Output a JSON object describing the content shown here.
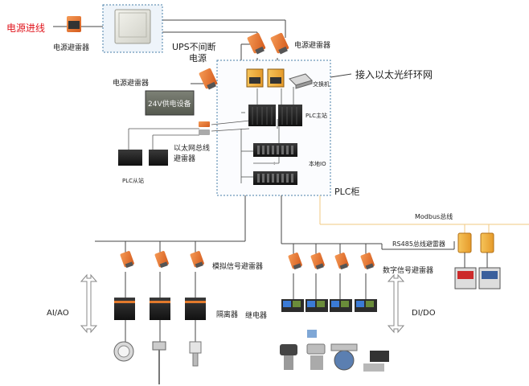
{
  "labels": {
    "power_in": "电源进线",
    "surge_power_left": "电源避雷器",
    "ups": "UPS不间断",
    "ups_2": "电源",
    "surge_power_top": "电源避雷器",
    "fiber_ring": "接入以太光纤环网",
    "switch": "交换机",
    "surge_power_mid": "电源避雷器",
    "psu_24v": "24V供电设备",
    "plc_main": "PLC主站",
    "eth_surge": "以太网总线",
    "eth_surge_2": "避雷器",
    "plc_slave": "PLC从站",
    "local_io": "本地IO",
    "plc_cabinet": "PLC柜",
    "modbus": "Modbus总线",
    "rs485_surge": "RS485总线避雷器",
    "analog_surge": "模拟信号避雷器",
    "digital_surge": "数字信号避雷器",
    "aiao": "AI/AO",
    "isolator": "隔离器",
    "relay": "继电器",
    "dido": "DI/DO"
  },
  "colors": {
    "accent_red": "#e0141c",
    "surge_orange": "#ee7a30",
    "modbus_line": "#f2c882",
    "cabinet_border": "#4a7fa8",
    "cabinet_fill": "#fbfcfe",
    "wire": "#444444"
  },
  "icons": {
    "surge_protector": "orange-surge-arrester",
    "ups_box": "grey-cabinet",
    "plc_rack": "dark-plc-rack",
    "isolator": "black-isolator-module",
    "relay": "relay-module",
    "meter": "digital-panel-meter",
    "transmitter": "field-transmitter",
    "valve": "actuated-valve"
  }
}
